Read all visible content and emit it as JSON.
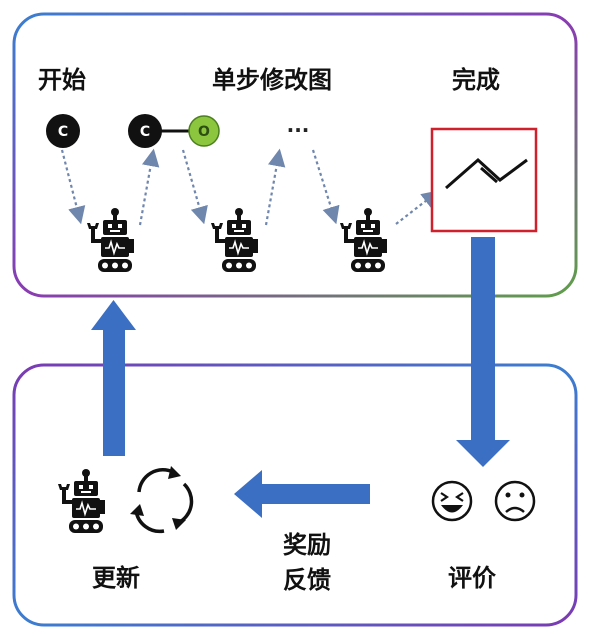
{
  "labels": {
    "start": "开始",
    "single_step": "单步修改图",
    "complete": "完成",
    "update": "更新",
    "reward_line1": "奖励",
    "reward_line2": "反馈",
    "evaluate": "评价",
    "ellipsis": "..."
  },
  "atoms": {
    "carbon": "C",
    "oxygen": "O"
  },
  "icons": [
    "robot-icon",
    "refresh-cycle-icon",
    "happy-face-icon",
    "sad-face-icon"
  ],
  "colors": {
    "panel_border_gradient": [
      "#3a7fd0",
      "#8a3bb3",
      "#6aa84f"
    ],
    "arrow_blue": "#3b6fc4",
    "result_box_border": "#d0202b",
    "oxygen_fill": "#8cc63f",
    "carbon_fill": "#111111",
    "dashed_arrow": "#7a8fb0"
  }
}
